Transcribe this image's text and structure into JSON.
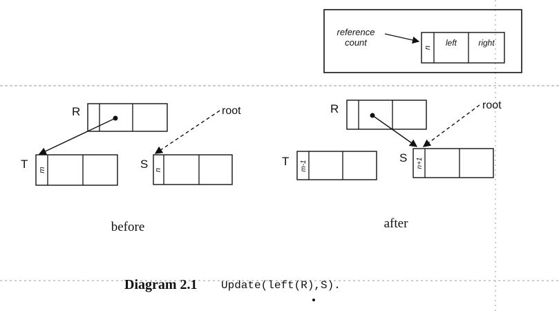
{
  "legend": {
    "reference_count_line1": "reference",
    "reference_count_line2": "count",
    "field_count": "n",
    "field_left": "left",
    "field_right": "right"
  },
  "before": {
    "node_r": "R",
    "node_t": "T",
    "node_s": "S",
    "count_t": "m",
    "count_s": "n",
    "root_label": "root",
    "caption": "before"
  },
  "after": {
    "node_r": "R",
    "node_t": "T",
    "node_s": "S",
    "count_t": "m-1",
    "count_s": "n+1",
    "root_label": "root",
    "caption": "after"
  },
  "caption": {
    "label": "Diagram 2.1",
    "code": "Update(left(R),S)."
  }
}
